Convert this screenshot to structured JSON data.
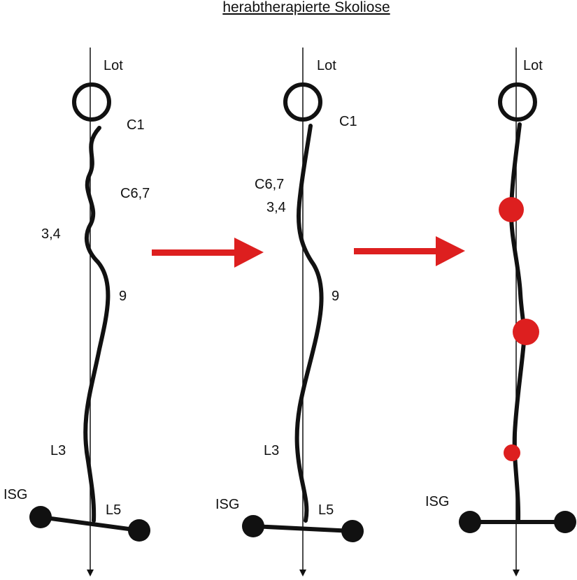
{
  "title": "herabtherapierte Skoliose",
  "colors": {
    "line": "#111111",
    "accent": "#dd1f1f",
    "background": "#ffffff"
  },
  "panels": [
    {
      "name": "initial",
      "labels": {
        "lot": "Lot",
        "c1": "C1",
        "c67": "C6,7",
        "t34": "3,4",
        "t9": "9",
        "l3": "L3",
        "l5": "L5",
        "isg": "ISG"
      }
    },
    {
      "name": "partially-corrected",
      "labels": {
        "lot": "Lot",
        "c1": "C1",
        "c67": "C6,7",
        "t34": "3,4",
        "t9": "9",
        "l3": "L3",
        "l5": "L5",
        "isg": "ISG"
      }
    },
    {
      "name": "corrected",
      "labels": {
        "lot": "Lot",
        "isg": "ISG"
      }
    }
  ]
}
